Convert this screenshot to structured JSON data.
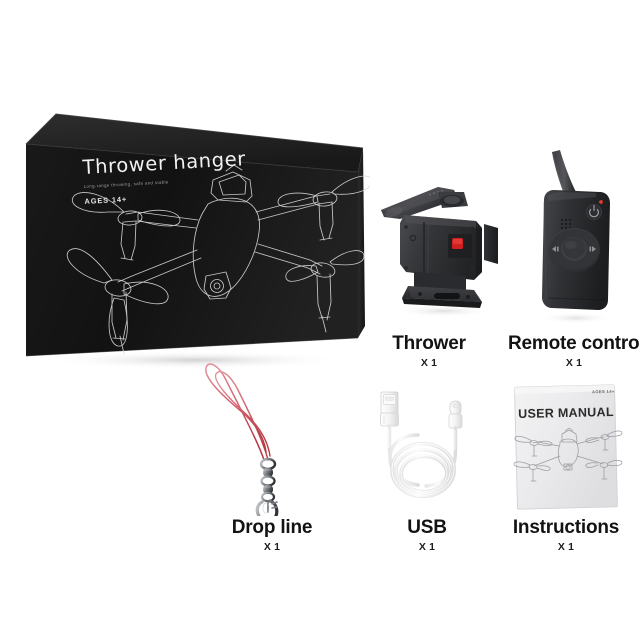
{
  "scene": {
    "background_color": "#ffffff",
    "type": "product-contents-layout"
  },
  "package_box": {
    "title": "Thrower hanger",
    "subtitle": "Long-range throwing, safe and stable",
    "age_rating": "AGES 14+",
    "box_color": "#1a1a1a",
    "artwork": "drone-line-art"
  },
  "items": [
    {
      "id": "thrower",
      "name": "Thrower",
      "quantity": "X 1",
      "color": "#2e2f31",
      "accent_color": "#d0201f",
      "icon": "thrower-device"
    },
    {
      "id": "remote-control",
      "name": "Remote control",
      "quantity": "X 1",
      "color": "#313234",
      "accent_color": "#e23b2e",
      "icon": "remote-control-device"
    },
    {
      "id": "drop-line",
      "name": "Drop line",
      "quantity": "X 1",
      "color": "#d9717f",
      "accent_color": "#8e9095",
      "icon": "drop-line-cord"
    },
    {
      "id": "usb",
      "name": "USB",
      "quantity": "X 1",
      "color": "#f2f2f2",
      "accent_color": "#d8d8d8",
      "icon": "usb-cable"
    },
    {
      "id": "instructions",
      "name": "Instructions",
      "quantity": "X 1",
      "color": "#ececed",
      "accent_color": "#2b2b2b",
      "icon": "user-manual-booklet"
    }
  ],
  "manual": {
    "title": "USER MANUAL",
    "age_rating": "AGES 14+",
    "artwork": "drone-line-art"
  }
}
